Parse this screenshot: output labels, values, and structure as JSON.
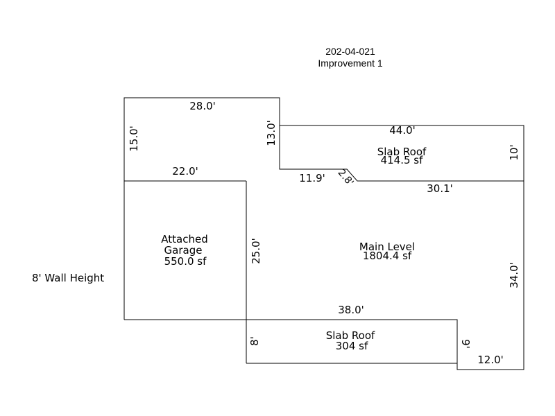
{
  "header": {
    "parcel_id": "202-04-021",
    "improvement": "Improvement 1"
  },
  "wall_height_note": "8' Wall Height",
  "areas": {
    "garage": {
      "line1": "Attached",
      "line2": "Garage",
      "line3": "550.0 sf"
    },
    "main": {
      "line1": "Main Level",
      "line2": "1804.4 sf"
    },
    "slab_top": {
      "line1": "Slab Roof",
      "line2": "414.5 sf"
    },
    "slab_bottom": {
      "line1": "Slab Roof",
      "line2": "304 sf"
    }
  },
  "dimensions": {
    "top_28": "28.0'",
    "left_15": "15.0'",
    "step_13": "13.0'",
    "top_44": "44.0'",
    "right_10": "10'",
    "garage_22": "22.0'",
    "notch_11_9": "11.9'",
    "diag_2_8": "2.8'",
    "slab_30_1": "30.1'",
    "garage_25": "25.0'",
    "right_34": "34.0'",
    "slab_38": "38.0'",
    "slab_8": "8'",
    "notch_9": "9'",
    "bottom_12": "12.0'"
  }
}
